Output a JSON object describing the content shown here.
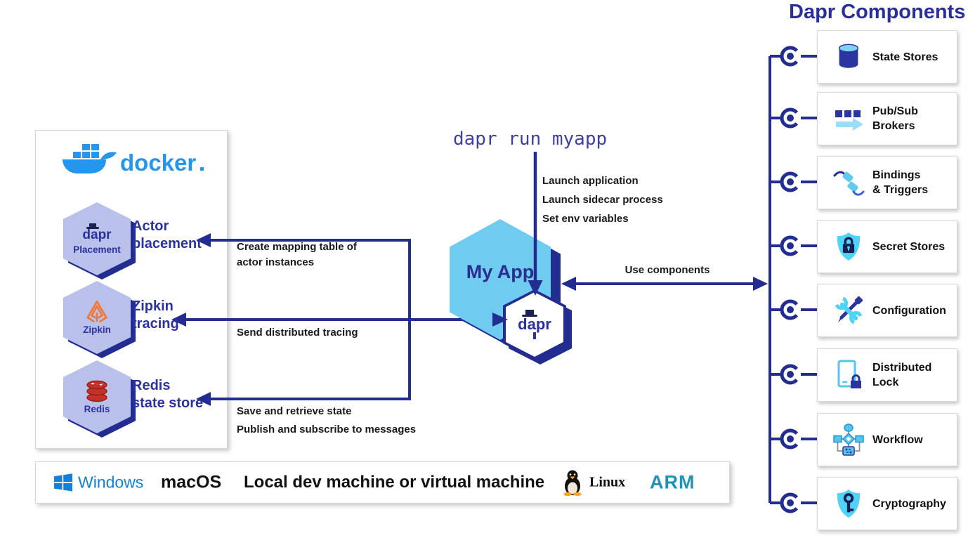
{
  "title": "Dapr Components",
  "command": {
    "text": "dapr run myapp",
    "steps": [
      "Launch application",
      "Launch sidecar process",
      "Set env variables"
    ]
  },
  "app": {
    "name": "My App",
    "sidecar": "dapr"
  },
  "use_components": "Use components",
  "docker_box": {
    "logo": "docker",
    "services": [
      {
        "hex_title": "dapr",
        "hex_sub": "Placement",
        "label": "Actor\nplacement"
      },
      {
        "hex_sub": "Zipkin",
        "label": "Zipkin\ntracing"
      },
      {
        "hex_sub": "Redis",
        "label": "Redis\nstate store"
      }
    ]
  },
  "annotations": {
    "actor": "Create mapping table of\nactor instances",
    "tracing": "Send distributed tracing",
    "state": "Save and retrieve state",
    "pubsub": "Publish and subscribe to messages"
  },
  "components": [
    {
      "label": "State Stores",
      "icon": "database-icon"
    },
    {
      "label": "Pub/Sub\nBrokers",
      "icon": "queue-arrow-icon"
    },
    {
      "label": "Bindings\n& Triggers",
      "icon": "plug-icon"
    },
    {
      "label": "Secret Stores",
      "icon": "shield-lock-icon"
    },
    {
      "label": "Configuration",
      "icon": "tools-icon"
    },
    {
      "label": "Distributed\nLock",
      "icon": "doc-lock-icon"
    },
    {
      "label": "Workflow",
      "icon": "flowchart-icon"
    },
    {
      "label": "Cryptography",
      "icon": "shield-key-icon"
    }
  ],
  "platform_bar": {
    "windows": "Windows",
    "macos": "macOS",
    "label": "Local dev machine or virtual machine",
    "linux": "Linux",
    "arm": "ARM"
  },
  "colors": {
    "navy_line": "#232d91",
    "navy_text": "#2b329e",
    "title_navy": "#2b2f9e",
    "app_light_blue": "#70cbf1",
    "icon_cyan": "#4fd3f7",
    "hex_periwinkle": "#b9c1ea",
    "docker_blue": "#2496ed",
    "windows_blue": "#1380da",
    "arm_teal": "#1e93b4",
    "zipkin_orange": "#f4752e",
    "redis_red": "#c6302b"
  }
}
